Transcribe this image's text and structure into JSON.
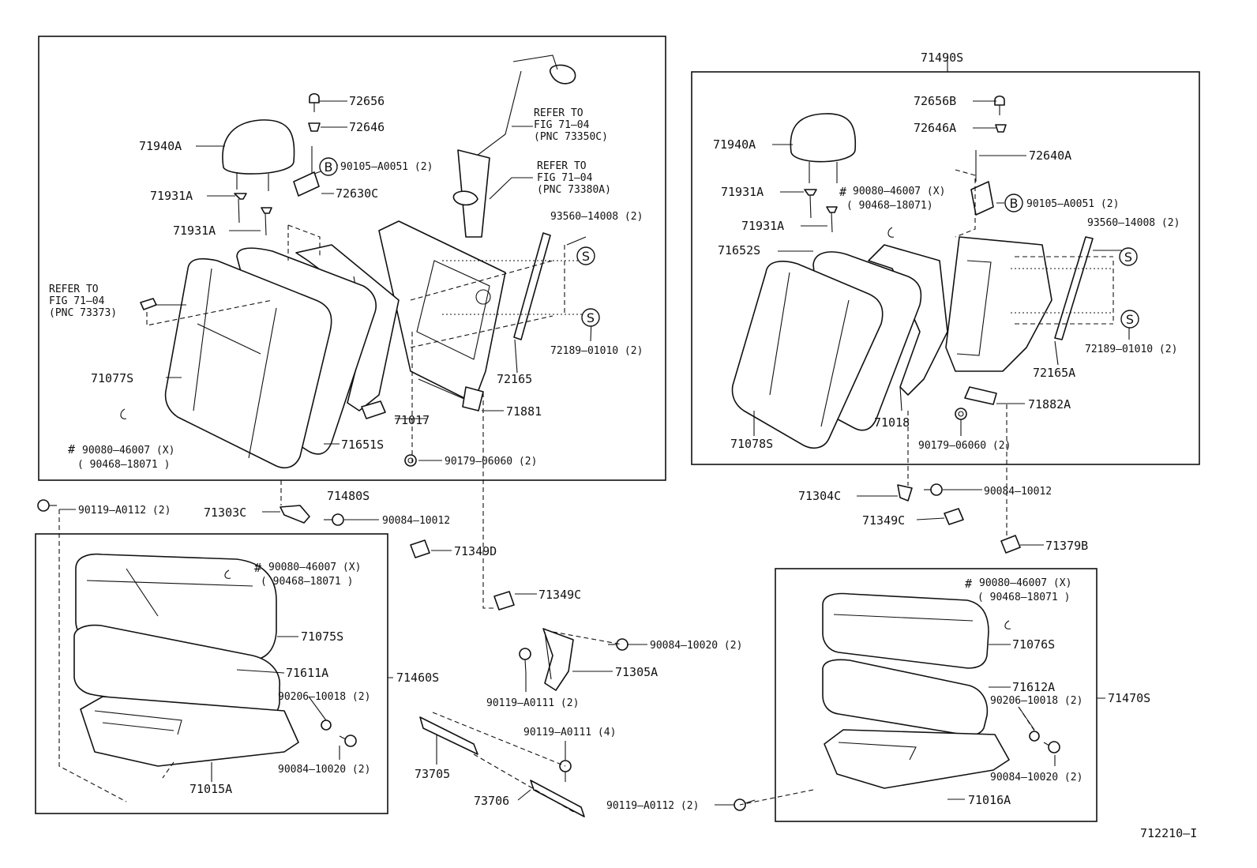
{
  "labels": {
    "top_left": {
      "p72656": "72656",
      "p72646": "72646",
      "p71940A": "71940A",
      "p90105": "90105–A0051 (2)",
      "p71931A_a": "71931A",
      "p72630C": "72630C",
      "p71931A_b": "71931A",
      "ref1": "REFER TO",
      "ref2": "FIG 71–04",
      "ref3": "(PNC 73350C)",
      "ref4": "REFER TO",
      "ref5": "FIG 71–04",
      "ref6": "(PNC 73380A)",
      "p93560": "93560–14008 (2)",
      "ref7": "REFER TO",
      "ref8": "FIG 71–04",
      "ref9": "(PNC 73373)",
      "p72189": "72189–01010 (2)",
      "p71077S": "71077S",
      "p72165": "72165",
      "p71881": "71881",
      "p71017": "71017",
      "p90080": "90080–46007 (X)",
      "p90468": "( 90468–18071   )",
      "p71651S": "71651S",
      "p90179": "90179–06060 (2)",
      "p71480S": "71480S"
    },
    "top_right": {
      "p71490S": "71490S",
      "p72656B": "72656B",
      "p72646A": "72646A",
      "p71940A": "71940A",
      "p72640A": "72640A",
      "p71931A_a": "71931A",
      "p90080": "90080–46007 (X)",
      "p90468": "( 90468–18071)",
      "p90105": "90105–A0051 (2)",
      "p71931A_b": "71931A",
      "p93560": "93560–14008 (2)",
      "p71652S": "71652S",
      "p72189": "72189–01010 (2)",
      "p72165A": "72165A",
      "p71882A": "71882A",
      "p71018": "71018",
      "p71078S": "71078S",
      "p90179": "90179–06060 (2)"
    },
    "middle": {
      "p90119_a": "90119–A0112 (2)",
      "p71303C": "71303C",
      "p90084_a": "90084–10012",
      "p71304C": "71304C",
      "p90084_b": "90084–10012",
      "p71349C_r": "71349C",
      "p71379B": "71379B",
      "p71349D": "71349D",
      "p71349C": "71349C"
    },
    "bottom_left": {
      "p90080": "90080–46007 (X)",
      "p90468": "( 90468–18071   )",
      "p71075S": "71075S",
      "p71611A": "71611A",
      "p71460S": "71460S",
      "p90206": "90206–10018 (2)",
      "p90084": "90084–10020 (2)",
      "p71015A": "71015A"
    },
    "bottom_center": {
      "p90084": "90084–10020 (2)",
      "p71305A": "71305A",
      "p90119_a": "90119–A0111 (2)",
      "p90119_b": "90119–A0111 (4)",
      "p73705": "73705",
      "p73706": "73706",
      "p90119_c": "90119–A0112 (2)"
    },
    "bottom_right": {
      "p90080": "90080–46007 (X)",
      "p90468": "( 90468–18071  )",
      "p71076S": "71076S",
      "p71612A": "71612A",
      "p90206": "90206–10018 (2)",
      "p71470S": "71470S",
      "p90084": "90084–10020 (2)",
      "p71016A": "71016A"
    },
    "hash": "#",
    "circle_b": "B",
    "circle_s": "S",
    "figure_id": "712210–I"
  }
}
